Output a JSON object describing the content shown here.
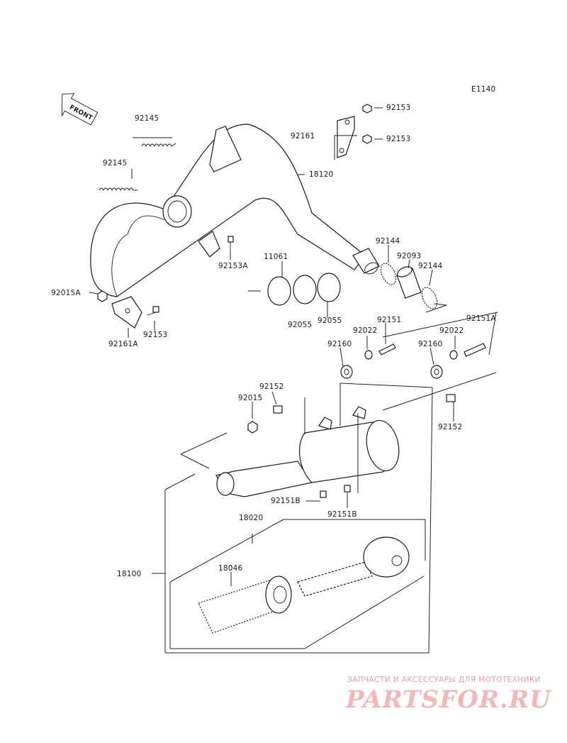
{
  "diagram_code": "E1140",
  "front_label": "FRONT",
  "parts": {
    "p92145_a": "92145",
    "p92145_b": "92145",
    "p92153_top1": "92153",
    "p92161": "92161",
    "p92153_top2": "92153",
    "p18120": "18120",
    "p92153A": "92153A",
    "p11061": "11061",
    "p92144_a": "92144",
    "p92093": "92093",
    "p92144_b": "92144",
    "p92015A": "92015A",
    "p92153_mid": "92153",
    "p92161A": "92161A",
    "p92055_a": "92055",
    "p92055_b": "92055",
    "p92151": "92151",
    "p92151A": "92151A",
    "p92022_a": "92022",
    "p92022_b": "92022",
    "p92160_a": "92160",
    "p92160_b": "92160",
    "p92152_a": "92152",
    "p92015": "92015",
    "p92152_b": "92152",
    "p92151B_a": "92151B",
    "p92151B_b": "92151B",
    "p18020": "18020",
    "p18100": "18100",
    "p18046": "18046"
  },
  "watermark": {
    "tagline": "ЗАПЧАСТИ И АКСЕССУАРЫ ДЛЯ МОТОТЕХНИКИ",
    "logo": "PARTSFOR.RU"
  },
  "colors": {
    "line": "#1a1a1a",
    "watermark": "#f2b8b8"
  }
}
